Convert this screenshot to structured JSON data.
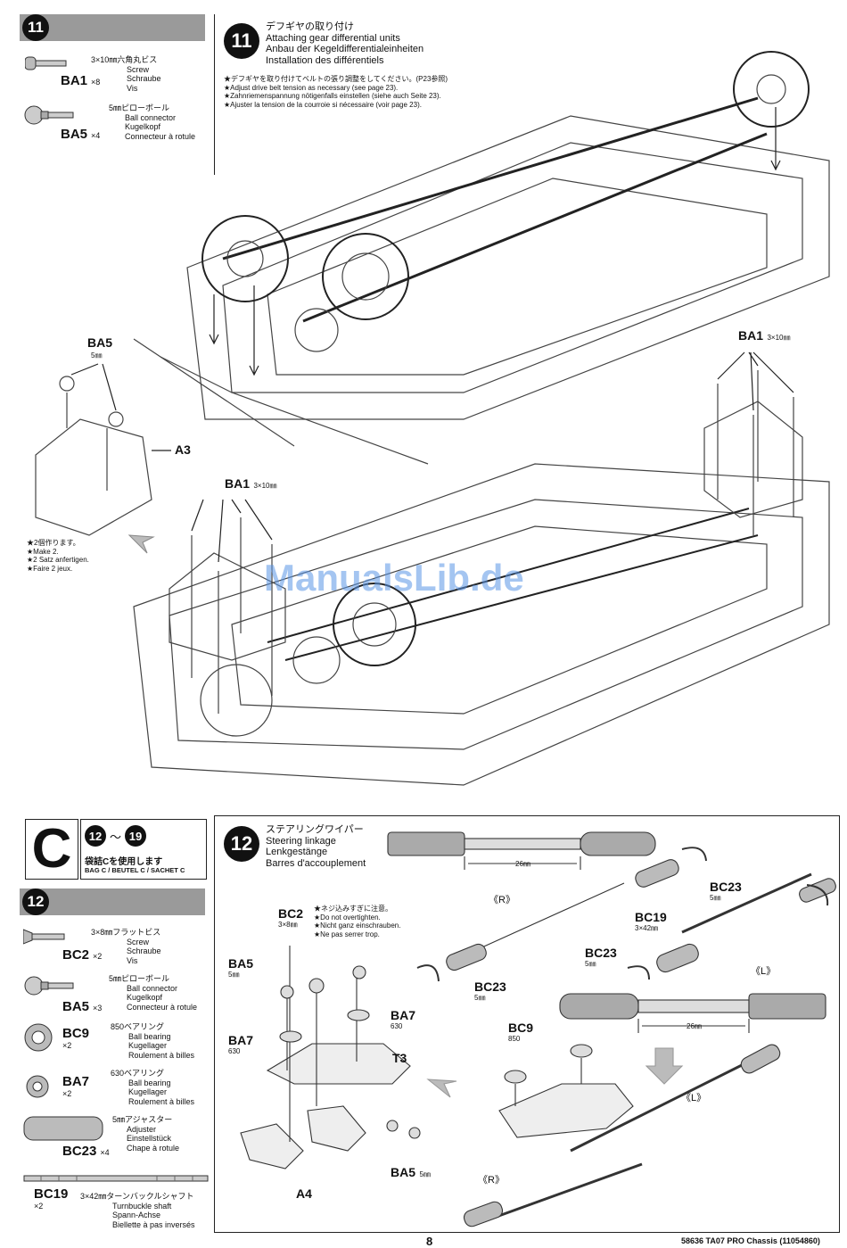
{
  "step11": {
    "number": "11",
    "parts": [
      {
        "code": "BA1",
        "qty": "×8",
        "size": "3×10㎜六角丸ビス",
        "names": [
          "Screw",
          "Schraube",
          "Vis"
        ]
      },
      {
        "code": "BA5",
        "qty": "×4",
        "size": "5㎜ピローボール",
        "names": [
          "Ball connector",
          "Kugelkopf",
          "Connecteur à rotule"
        ]
      }
    ],
    "title_jp": "デフギヤの取り付け",
    "titles": [
      "Attaching gear differential units",
      "Anbau der Kegeldifferentialeinheiten",
      "Installation des différentiels"
    ],
    "notes": [
      "★デフギヤを取り付けてベルトの張り調整をしてください。(P23参照)",
      "★Adjust drive belt tension as necessary (see page 23).",
      "★Zahnriemenspannung nötigenfalls einstellen (siehe auch Seite 23).",
      "★Ajuster la tension de la courroie si nécessaire (voir page 23)."
    ],
    "callouts": {
      "ba5": "BA5",
      "ba5_size": "5㎜",
      "a3": "A3",
      "ba1_left": "BA1",
      "ba1_left_size": "3×10㎜",
      "ba1_right": "BA1",
      "ba1_right_size": "3×10㎜"
    },
    "make2": [
      "★2個作ります。",
      "★Make 2.",
      "★2 Satz anfertigen.",
      "★Faire 2 jeux."
    ]
  },
  "bag": {
    "letter": "C",
    "range_start": "12",
    "range_sep": "～",
    "range_end": "19",
    "jp": "袋詰Cを使用します",
    "multi": "BAG C / BEUTEL C / SACHET C"
  },
  "step12": {
    "number": "12",
    "parts": [
      {
        "code": "BC2",
        "qty": "×2",
        "size": "3×8㎜フラットビス",
        "names": [
          "Screw",
          "Schraube",
          "Vis"
        ]
      },
      {
        "code": "BA5",
        "qty": "×3",
        "size": "5㎜ピローボール",
        "names": [
          "Ball connector",
          "Kugelkopf",
          "Connecteur à rotule"
        ]
      },
      {
        "code": "BC9",
        "qty": "×2",
        "size": "850ベアリング",
        "names": [
          "Ball bearing",
          "Kugellager",
          "Roulement à billes"
        ]
      },
      {
        "code": "BA7",
        "qty": "×2",
        "size": "630ベアリング",
        "names": [
          "Ball bearing",
          "Kugellager",
          "Roulement à billes"
        ]
      },
      {
        "code": "BC23",
        "qty": "×4",
        "size": "5㎜アジャスター",
        "names": [
          "Adjuster",
          "Einstellstück",
          "Chape à rotule"
        ]
      },
      {
        "code": "BC19",
        "qty": "×2",
        "size": "3×42㎜ターンバックルシャフト",
        "names": [
          "Turnbuckle shaft",
          "Spann-Achse",
          "Biellette à pas inversés"
        ]
      }
    ],
    "title_jp": "ステアリングワイパー",
    "titles": [
      "Steering linkage",
      "Lenkgestänge",
      "Barres d'accouplement"
    ],
    "notes": [
      "★ネジ込みすぎに注意。",
      "★Do not overtighten.",
      "★Nicht ganz einschrauben.",
      "★Ne pas serrer trop."
    ],
    "callouts": {
      "bc2": "BC2",
      "bc2_size": "3×8㎜",
      "ba5a": "BA5",
      "ba5a_size": "5㎜",
      "ba7a": "BA7",
      "ba7a_size": "630",
      "ba7b": "BA7",
      "ba7b_size": "630",
      "t3": "T3",
      "a4": "A4",
      "ba5b": "BA5",
      "ba5b_size": "5㎜",
      "dim1": "26㎜",
      "r1": "《R》",
      "bc23a": "BC23",
      "bc23a_size": "5㎜",
      "bc19": "BC19",
      "bc19_size": "3×42㎜",
      "bc23b": "BC23",
      "bc23b_size": "5㎜",
      "bc23c": "BC23",
      "bc23c_size": "5㎜",
      "l1": "《L》",
      "dim2": "26㎜",
      "bc9": "BC9",
      "bc9_size": "850",
      "l2": "《L》",
      "r2": "《R》"
    }
  },
  "watermark": "ManualsLib.de",
  "footer": {
    "page": "8",
    "model": "58636 TA07 PRO Chassis (11054860)"
  }
}
